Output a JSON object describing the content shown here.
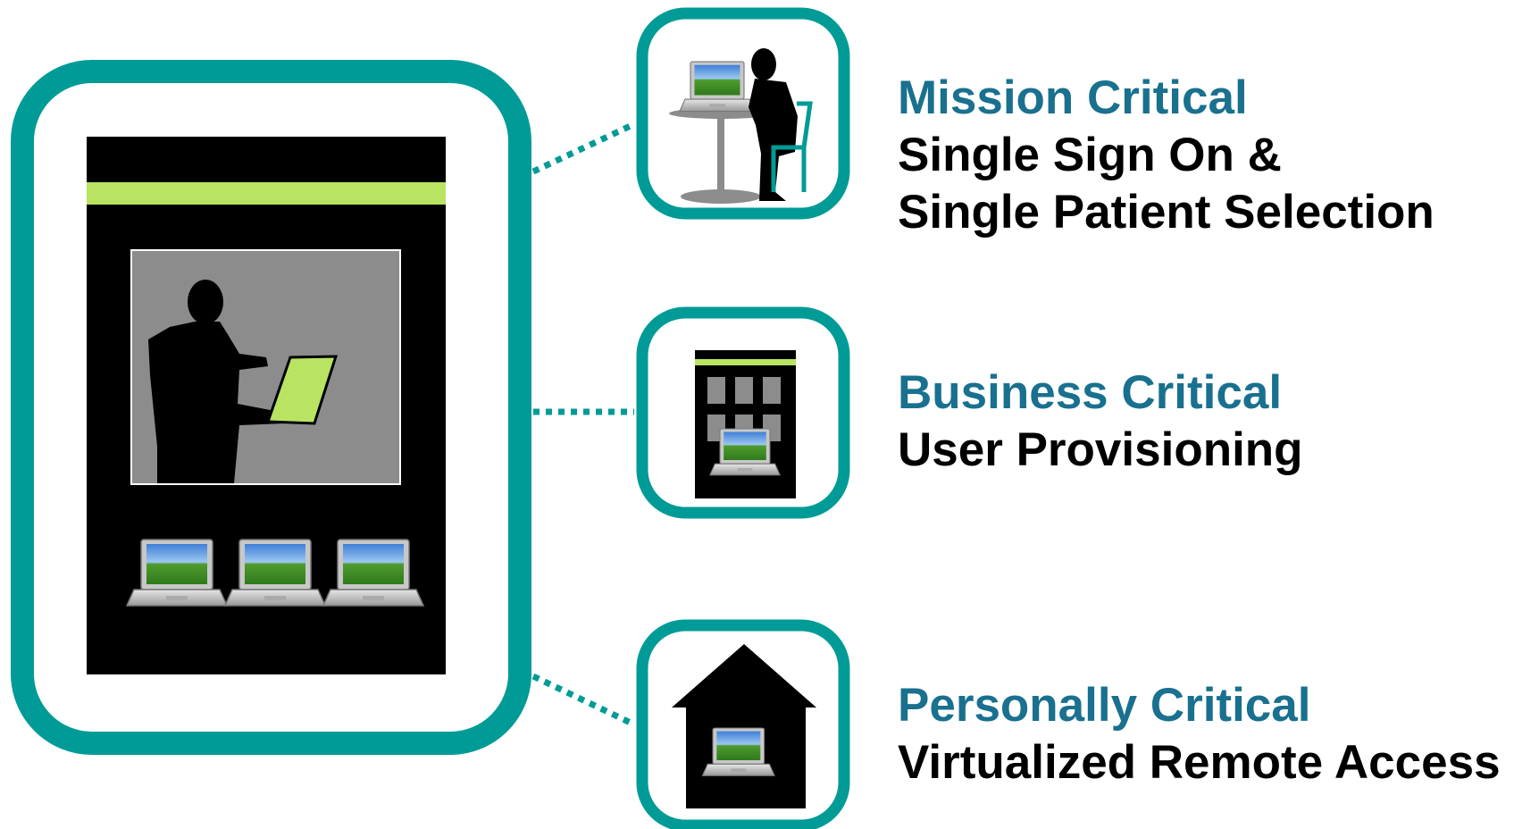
{
  "colors": {
    "teal": "#009b96",
    "title_blue": "#19708f",
    "accent_green": "#b8e462",
    "black": "#000000",
    "gray": "#8c8c8c"
  },
  "items": [
    {
      "title": "Mission Critical",
      "lines": [
        "Single Sign On &",
        "Single Patient Selection"
      ],
      "icon": "person-at-table-with-laptop-icon"
    },
    {
      "title": "Business Critical",
      "lines": [
        "User Provisioning"
      ],
      "icon": "building-with-laptop-icon"
    },
    {
      "title": "Personally Critical",
      "lines": [
        "Virtualized Remote Access"
      ],
      "icon": "house-with-laptop-icon"
    }
  ],
  "central_panel": {
    "icon": "presenter-with-laptop-icon",
    "laptops": 3
  }
}
